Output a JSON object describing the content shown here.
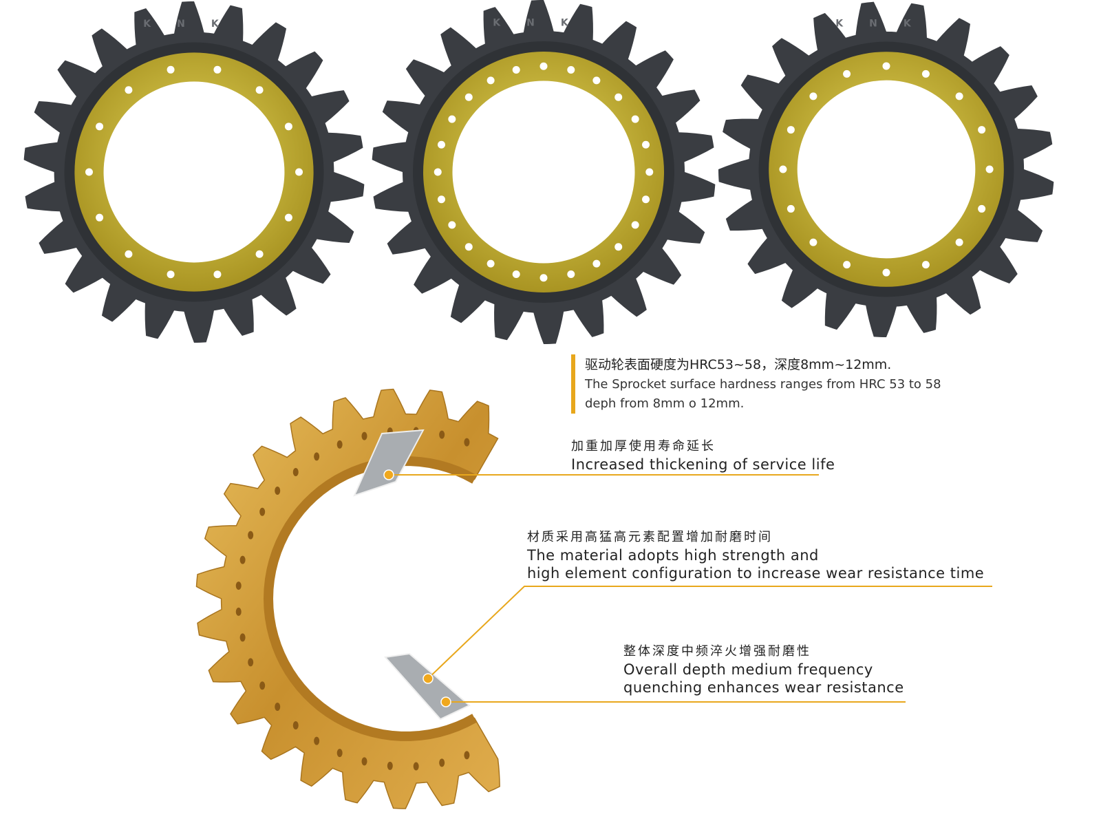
{
  "highlight": {
    "cn": "驱动轮表面硬度为HRC53~58，深度8mm~12mm.",
    "en1": "The Sprocket surface hardness ranges from HRC 53 to 58",
    "en2": "deph from 8mm o 12mm."
  },
  "annotations": [
    {
      "cn": "加重加厚使用寿命延长",
      "en1": "Increased thickening of service life"
    },
    {
      "cn": "材质采用高猛高元素配置增加耐磨时间",
      "en1": "The material adopts high strength and",
      "en2": "high element configuration to increase wear resistance time"
    },
    {
      "cn": "整体深度中频淬火增强耐磨性",
      "en1": "Overall depth medium frequency",
      "en2": "quenching enhances wear resistance"
    }
  ],
  "gear_marking": "KNK",
  "colors": {
    "accent": "#e8a71c",
    "steel": "#3a3d42",
    "brass": "#c9b233",
    "gold": "#d4a03c",
    "cut": "#a9adb1"
  }
}
